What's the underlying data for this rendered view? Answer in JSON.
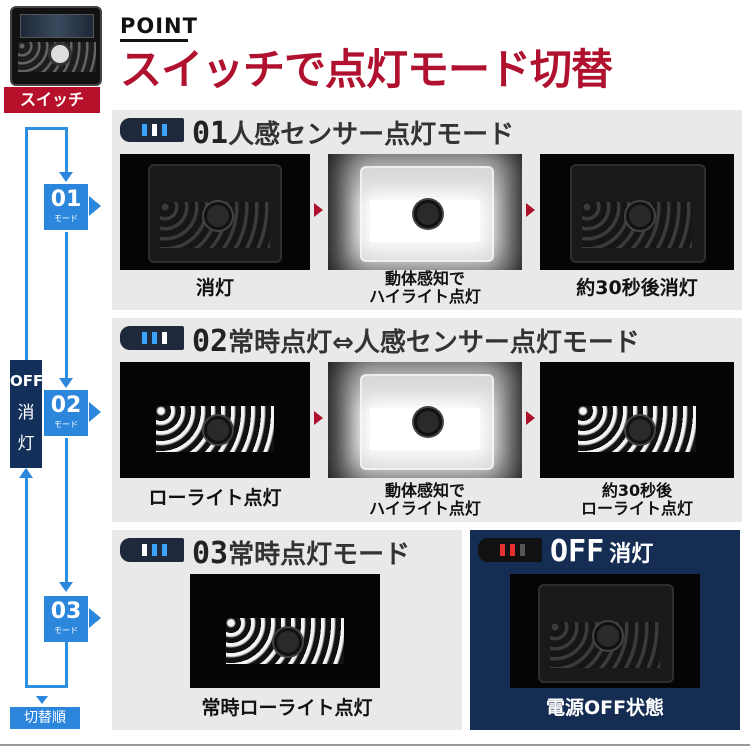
{
  "header": {
    "switch_tag": "スイッチ",
    "point_label": "POINT",
    "title": "スイッチで点灯モード切替"
  },
  "modes": [
    {
      "number": "01",
      "label": "人感センサー点灯モード",
      "captions": [
        "消灯",
        "動体感知で\nハイライト点灯",
        "約30秒後消灯"
      ]
    },
    {
      "number": "02",
      "label": "常時点灯⇔人感センサー点灯モード",
      "captions": [
        "ローライト点灯",
        "動体感知で\nハイライト点灯",
        "約30秒後\nローライト点灯"
      ]
    },
    {
      "number": "03",
      "label": "常時点灯モード",
      "captions": [
        "常時ローライト点灯"
      ]
    }
  ],
  "off_panel": {
    "number": "OFF",
    "label": "消灯",
    "caption": "電源OFF状態"
  },
  "flow": {
    "badges": [
      {
        "n": "01",
        "m": "モード"
      },
      {
        "n": "02",
        "m": "モード"
      },
      {
        "n": "03",
        "m": "モード"
      }
    ],
    "off_box": {
      "top": "OFF",
      "line1": "消",
      "line2": "灯"
    },
    "order_label": "切替順"
  },
  "colors": {
    "accent": "#b0112e",
    "flow_blue": "#2b86dc",
    "off_navy": "#152d52",
    "panel_gray": "#e9e9e9"
  }
}
